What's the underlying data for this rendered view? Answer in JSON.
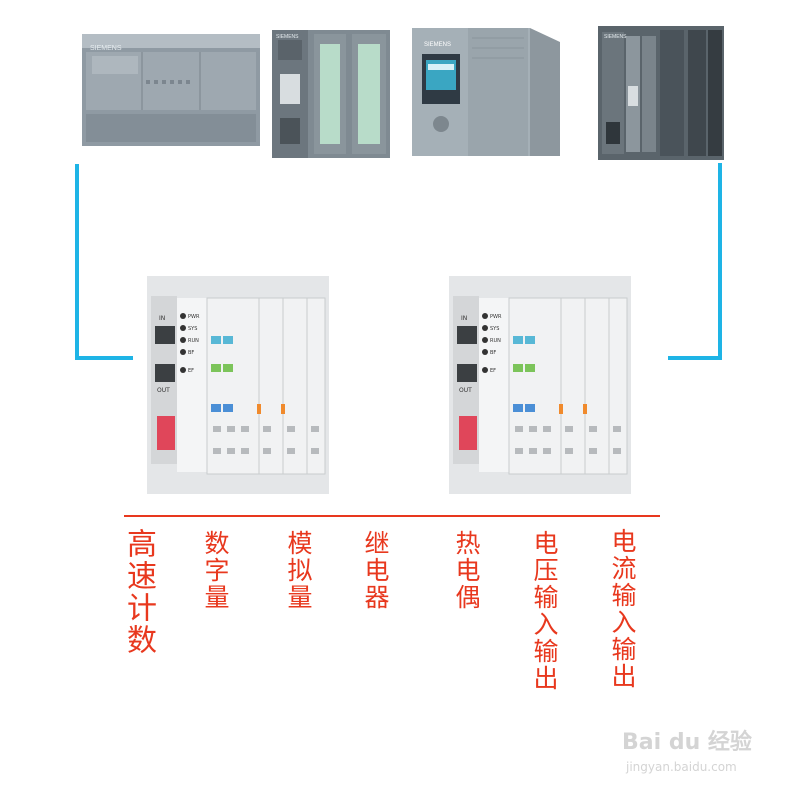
{
  "devices": {
    "plc1": {
      "brand": "SIEMENS"
    },
    "plc2": {
      "brand": "SIEMENS"
    },
    "plc3": {
      "brand": "SIEMENS"
    },
    "plc4": {
      "brand": "SIEMENS"
    }
  },
  "io_module": {
    "port_in": "IN",
    "port_out": "OUT",
    "led_pwr": "PWR",
    "led_sys": "SYS",
    "led_run": "RUN",
    "led_bf": "BF",
    "led_ef": "EF"
  },
  "labels": [
    "高速计数",
    "数字量",
    "模拟量",
    "继电器",
    "热电偶",
    "电压输入输出",
    "电流输入输出"
  ],
  "colors": {
    "connection": "#1eb4e6",
    "divider": "#e8381e",
    "label": "#e8381e"
  },
  "watermark": {
    "logo": "Bai du 经验",
    "url": "jingyan.baidu.com"
  }
}
